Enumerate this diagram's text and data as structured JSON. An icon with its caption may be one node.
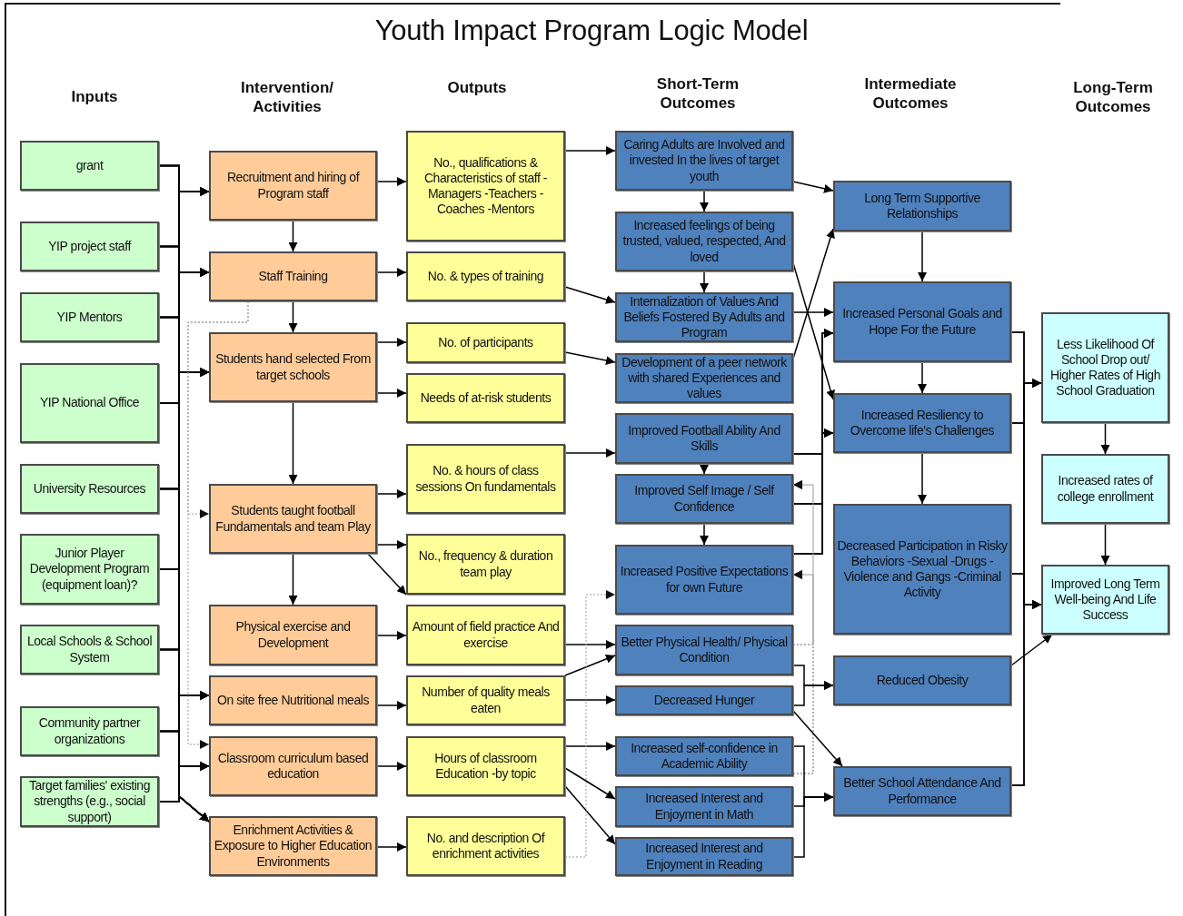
{
  "diagram": {
    "title": "Youth Impact Program Logic Model",
    "nodes": [
      {
        "text": [
          "grant"
        ]
      },
      {
        "text": [
          "YIP project staff"
        ]
      },
      {
        "text": [
          "YIP Mentors"
        ]
      },
      {
        "text": [
          "YIP National Office"
        ]
      },
      {
        "text": [
          "University Resources"
        ]
      },
      {
        "text": [
          "Junior Player Development Program (equipment loan)?"
        ]
      },
      {
        "text": [
          "Local Schools & School System"
        ]
      },
      {
        "text": [
          "Community partner organizations"
        ]
      },
      {
        "text": [
          "Target families' existing strengths (e.g., social support)"
        ]
      },
      {
        "text": [
          "Recruitment and hiring of Program staff"
        ]
      },
      {
        "text": [
          "Staff Training"
        ]
      },
      {
        "text": [
          "Students hand selected From target schools"
        ]
      },
      {
        "text": [
          "Students taught football Fundamentals and team Play"
        ]
      },
      {
        "text": [
          "Physical exercise and Development"
        ]
      },
      {
        "text": [
          "On site free Nutritional meals"
        ]
      },
      {
        "text": [
          "Classroom curriculum based education"
        ]
      },
      {
        "text": [
          "Enrichment Activities & Exposure to Higher Education Environments"
        ]
      },
      {
        "text": [
          "No., qualifications & Characteristics of staff -Managers -Teachers -Coaches -Mentors"
        ]
      },
      {
        "text": [
          "No. & types of training"
        ]
      },
      {
        "text": [
          "No. of participants"
        ]
      },
      {
        "text": [
          "Needs of at-risk students"
        ]
      },
      {
        "text": [
          "No. & hours of class sessions On fundamentals"
        ]
      },
      {
        "text": [
          "No., frequency & duration team play"
        ]
      },
      {
        "text": [
          "Amount of field practice And exercise"
        ]
      },
      {
        "text": [
          "Number of quality meals eaten"
        ]
      },
      {
        "text": [
          "Hours of classroom Education -by topic"
        ]
      },
      {
        "text": [
          "No. and description Of enrichment activities"
        ]
      },
      {
        "text": [
          "Caring Adults are Involved and invested In the lives of target youth"
        ]
      },
      {
        "text": [
          "Increased feelings of being trusted, valued, respected, And loved"
        ]
      },
      {
        "text": [
          "Internalization of Values And Beliefs Fostered By Adults and Program"
        ]
      },
      {
        "text": [
          "Development of a peer network with shared Experiences and values"
        ]
      },
      {
        "text": [
          "Improved Football Ability And Skills"
        ]
      },
      {
        "text": [
          "Improved Self Image / Self Confidence"
        ]
      },
      {
        "text": [
          "Increased Positive Expectations for own Future"
        ]
      },
      {
        "text": [
          "Better Physical Health/ Physical Condition"
        ]
      },
      {
        "text": [
          "Decreased Hunger"
        ]
      },
      {
        "text": [
          "Increased self-confidence in Academic Ability"
        ]
      },
      {
        "text": [
          "Increased Interest and Enjoyment in Math"
        ]
      },
      {
        "text": [
          "Increased Interest and Enjoyment in Reading"
        ]
      },
      {
        "text": [
          "Long Term Supportive Relationships"
        ]
      },
      {
        "text": [
          "Increased Personal Goals and Hope For the Future"
        ]
      },
      {
        "text": [
          "Increased Resiliency to Overcome life's Challenges"
        ]
      },
      {
        "text": [
          "Decreased Participation in Risky Behaviors -Sexual -Drugs -Violence and Gangs -Criminal Activity"
        ]
      },
      {
        "text": [
          "Reduced Obesity"
        ]
      },
      {
        "text": [
          "Better School Attendance And Performance"
        ]
      },
      {
        "text": [
          "Less Likelihood Of School Drop out/ Higher Rates of High School Graduation"
        ]
      },
      {
        "text": [
          "Increased rates of college enrollment"
        ]
      },
      {
        "text": [
          "Improved Long Term Well-being And Life Success"
        ]
      }
    ],
    "edges": [
      {
        "from": 0,
        "to": 9,
        "arrow": "to"
      },
      {
        "from": 0,
        "to": 10,
        "arrow": "to"
      },
      {
        "from": 0,
        "to": 11,
        "arrow": "to"
      },
      {
        "from": 0,
        "to": 14,
        "arrow": "to"
      },
      {
        "from": 0,
        "to": 15,
        "arrow": "to"
      },
      {
        "from": 0,
        "to": 16,
        "arrow": "to"
      },
      {
        "from": 1,
        "to": 9,
        "arrow": "to"
      },
      {
        "from": 1,
        "to": 10,
        "arrow": "to"
      },
      {
        "from": 1,
        "to": 11,
        "arrow": "to"
      },
      {
        "from": 1,
        "to": 14,
        "arrow": "to"
      },
      {
        "from": 1,
        "to": 15,
        "arrow": "to"
      },
      {
        "from": 1,
        "to": 16,
        "arrow": "to"
      },
      {
        "from": 2,
        "to": 9,
        "arrow": "to"
      },
      {
        "from": 2,
        "to": 10,
        "arrow": "to"
      },
      {
        "from": 2,
        "to": 11,
        "arrow": "to"
      },
      {
        "from": 2,
        "to": 14,
        "arrow": "to"
      },
      {
        "from": 2,
        "to": 15,
        "arrow": "to"
      },
      {
        "from": 2,
        "to": 16,
        "arrow": "to"
      },
      {
        "from": 3,
        "to": 9,
        "arrow": "to"
      },
      {
        "from": 3,
        "to": 10,
        "arrow": "to"
      },
      {
        "from": 3,
        "to": 11,
        "arrow": "to"
      },
      {
        "from": 3,
        "to": 14,
        "arrow": "to"
      },
      {
        "from": 3,
        "to": 15,
        "arrow": "to"
      },
      {
        "from": 3,
        "to": 16,
        "arrow": "to"
      },
      {
        "from": 4,
        "to": 9,
        "arrow": "to"
      },
      {
        "from": 4,
        "to": 10,
        "arrow": "to"
      },
      {
        "from": 4,
        "to": 11,
        "arrow": "to"
      },
      {
        "from": 4,
        "to": 14,
        "arrow": "to"
      },
      {
        "from": 4,
        "to": 15,
        "arrow": "to"
      },
      {
        "from": 4,
        "to": 16,
        "arrow": "to"
      },
      {
        "from": 5,
        "to": 9,
        "arrow": "to"
      },
      {
        "from": 5,
        "to": 10,
        "arrow": "to"
      },
      {
        "from": 5,
        "to": 11,
        "arrow": "to"
      },
      {
        "from": 5,
        "to": 14,
        "arrow": "to"
      },
      {
        "from": 5,
        "to": 15,
        "arrow": "to"
      },
      {
        "from": 5,
        "to": 16,
        "arrow": "to"
      },
      {
        "from": 6,
        "to": 9,
        "arrow": "to"
      },
      {
        "from": 6,
        "to": 10,
        "arrow": "to"
      },
      {
        "from": 6,
        "to": 11,
        "arrow": "to"
      },
      {
        "from": 6,
        "to": 14,
        "arrow": "to"
      },
      {
        "from": 6,
        "to": 15,
        "arrow": "to"
      },
      {
        "from": 6,
        "to": 16,
        "arrow": "to"
      },
      {
        "from": 7,
        "to": 9,
        "arrow": "to"
      },
      {
        "from": 7,
        "to": 10,
        "arrow": "to"
      },
      {
        "from": 7,
        "to": 11,
        "arrow": "to"
      },
      {
        "from": 7,
        "to": 14,
        "arrow": "to"
      },
      {
        "from": 7,
        "to": 15,
        "arrow": "to"
      },
      {
        "from": 7,
        "to": 16,
        "arrow": "to"
      },
      {
        "from": 8,
        "to": 9,
        "arrow": "to"
      },
      {
        "from": 8,
        "to": 10,
        "arrow": "to"
      },
      {
        "from": 8,
        "to": 11,
        "arrow": "to"
      },
      {
        "from": 8,
        "to": 14,
        "arrow": "to"
      },
      {
        "from": 8,
        "to": 15,
        "arrow": "to"
      },
      {
        "from": 8,
        "to": 16,
        "arrow": "to"
      },
      {
        "from": 10,
        "to": 12,
        "arrow": "to",
        "style": "dashed",
        "color": "#999999"
      },
      {
        "from": 10,
        "to": 15,
        "arrow": "to",
        "style": "dashed",
        "color": "#999999"
      },
      {
        "from": 9,
        "to": 10,
        "arrow": "to"
      },
      {
        "from": 10,
        "to": 11,
        "arrow": "to"
      },
      {
        "from": 11,
        "to": 12,
        "arrow": "to"
      },
      {
        "from": 12,
        "to": 13,
        "arrow": "to"
      },
      {
        "from": 9,
        "to": 17,
        "arrow": "to"
      },
      {
        "from": 10,
        "to": 18,
        "arrow": "to"
      },
      {
        "from": 11,
        "to": 19,
        "arrow": "to"
      },
      {
        "from": 11,
        "to": 20,
        "arrow": "to"
      },
      {
        "from": 12,
        "to": 21,
        "arrow": "to"
      },
      {
        "from": 12,
        "to": 22,
        "arrow": "to"
      },
      {
        "from": 12,
        "to": 22,
        "arrow": "to"
      },
      {
        "from": 13,
        "to": 23,
        "arrow": "to"
      },
      {
        "from": 14,
        "to": 24,
        "arrow": "to"
      },
      {
        "from": 15,
        "to": 25,
        "arrow": "to"
      },
      {
        "from": 16,
        "to": 26,
        "arrow": "to"
      },
      {
        "from": 17,
        "to": 27,
        "arrow": "to"
      },
      {
        "from": 18,
        "to": 29,
        "arrow": "to"
      },
      {
        "from": 19,
        "to": 30,
        "arrow": "to"
      },
      {
        "from": 21,
        "to": 31,
        "arrow": "to"
      },
      {
        "from": 23,
        "to": 34,
        "arrow": "to"
      },
      {
        "from": 24,
        "to": 34,
        "arrow": "to"
      },
      {
        "from": 24,
        "to": 35,
        "arrow": "to"
      },
      {
        "from": 25,
        "to": 36,
        "arrow": "to"
      },
      {
        "from": 25,
        "to": 37,
        "arrow": "to"
      },
      {
        "from": 25,
        "to": 38,
        "arrow": "to"
      },
      {
        "from": 26,
        "to": 33,
        "arrow": "to",
        "style": "dashed",
        "color": "#999999"
      },
      {
        "from": 27,
        "to": 28,
        "arrow": "to"
      },
      {
        "from": 28,
        "to": 29,
        "arrow": "to"
      },
      {
        "from": 31,
        "to": 32,
        "arrow": "to"
      },
      {
        "from": 32,
        "to": 33,
        "arrow": "to"
      },
      {
        "from": 27,
        "to": 39,
        "arrow": "to"
      },
      {
        "from": 28,
        "to": 41,
        "arrow": "to"
      },
      {
        "from": 29,
        "to": 40,
        "arrow": "to"
      },
      {
        "from": 30,
        "to": 39,
        "arrow": "to"
      },
      {
        "from": 31,
        "to": 40,
        "arrow": "to"
      },
      {
        "from": 31,
        "to": 41,
        "arrow": "to"
      },
      {
        "from": 32,
        "to": 40,
        "arrow": "to"
      },
      {
        "from": 32,
        "to": 41,
        "arrow": "to"
      },
      {
        "from": 33,
        "to": 40,
        "arrow": "to"
      },
      {
        "from": 33,
        "to": 41,
        "arrow": "to"
      },
      {
        "from": 34,
        "to": 32,
        "arrow": "to",
        "style": "dashed",
        "color": "#999999"
      },
      {
        "from": 34,
        "to": 33,
        "arrow": "to",
        "style": "dashed",
        "color": "#999999"
      },
      {
        "from": 36,
        "to": 32,
        "arrow": "to",
        "style": "dashed",
        "color": "#999999"
      },
      {
        "from": 36,
        "to": 33,
        "arrow": "to",
        "style": "dashed",
        "color": "#999999"
      },
      {
        "from": 34,
        "to": 43,
        "arrow": "to"
      },
      {
        "from": 35,
        "to": 43,
        "arrow": "to"
      },
      {
        "from": 35,
        "to": 44,
        "arrow": "to"
      },
      {
        "from": 36,
        "to": 44,
        "arrow": "to"
      },
      {
        "from": 37,
        "to": 44,
        "arrow": "to"
      },
      {
        "from": 38,
        "to": 44,
        "arrow": "to"
      },
      {
        "from": 39,
        "to": 40,
        "arrow": "to"
      },
      {
        "from": 40,
        "to": 41,
        "arrow": "to"
      },
      {
        "from": 41,
        "to": 42,
        "arrow": "to"
      },
      {
        "from": 40,
        "to": 45,
        "arrow": "to"
      },
      {
        "from": 40,
        "to": 47,
        "arrow": "to"
      },
      {
        "from": 41,
        "to": 45,
        "arrow": "to"
      },
      {
        "from": 41,
        "to": 47,
        "arrow": "to"
      },
      {
        "from": 42,
        "to": 45,
        "arrow": "to"
      },
      {
        "from": 42,
        "to": 47,
        "arrow": "to"
      },
      {
        "from": 44,
        "to": 45,
        "arrow": "to"
      },
      {
        "from": 44,
        "to": 47,
        "arrow": "to"
      },
      {
        "from": 43,
        "to": 47,
        "arrow": "to"
      },
      {
        "from": 45,
        "to": 46,
        "arrow": "to"
      },
      {
        "from": 46,
        "to": 47,
        "arrow": "to"
      }
    ],
    "labels": [
      "Inputs",
      "Intervention/ Activities",
      "Outputs",
      "Short-Term Outcomes",
      "Intermediate Outcomes",
      "Long-Term Outcomes"
    ]
  }
}
